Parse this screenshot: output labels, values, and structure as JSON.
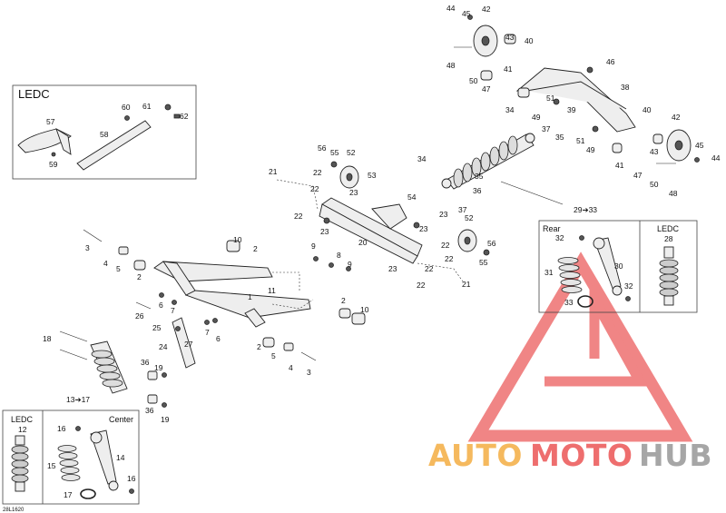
{
  "insets": {
    "ledc_top": {
      "title": "LEDC"
    },
    "rear": {
      "title": "Rear",
      "subtitle": "LEDC"
    },
    "center": {
      "title": "Center",
      "subtitle": "LEDC"
    }
  },
  "callouts": {
    "c_44a": "44",
    "c_45a": "45",
    "c_42a": "42",
    "c_43a": "43",
    "c_40a": "40",
    "c_48a": "48",
    "c_50a": "50",
    "c_47a": "47",
    "c_41a": "41",
    "c_46": "46",
    "c_38": "38",
    "c_51a": "51",
    "c_49a": "49",
    "c_39": "39",
    "c_40b": "40",
    "c_42b": "42",
    "c_34": "34",
    "c_35": "35",
    "c_37a": "37",
    "c_51b": "51",
    "c_49b": "49",
    "c_43b": "43",
    "c_45b": "45",
    "c_44b": "44",
    "c_41b": "41",
    "c_47b": "47",
    "c_50b": "50",
    "c_48b": "48",
    "c_60": "60",
    "c_61": "61",
    "c_62": "62",
    "c_57": "57",
    "c_58": "58",
    "c_59": "59",
    "c_56a": "56",
    "c_55a": "55",
    "c_52a": "52",
    "c_53": "53",
    "c_21a": "21",
    "c_22a": "22",
    "c_23a": "23",
    "c_22b": "22",
    "c_22c": "22",
    "c_23b": "23",
    "c_54": "54",
    "c_34b": "34",
    "c_35b": "35",
    "c_36a": "36",
    "c_37b": "37",
    "c_23c": "23",
    "c_23d": "23",
    "c_52b": "52",
    "c_20": "20",
    "c_22d": "22",
    "c_56b": "56",
    "c_55b": "55",
    "c_23e": "23",
    "c_22e": "22",
    "c_22f": "22",
    "c_22g": "22",
    "c_21b": "21",
    "c_29_33": "29➔33",
    "c_32a": "32",
    "c_31": "31",
    "c_30": "30",
    "c_32b": "32",
    "c_33": "33",
    "c_28": "28",
    "c_10a": "10",
    "c_2a": "2",
    "c_3a": "3",
    "c_4a": "4",
    "c_5a": "5",
    "c_2b": "2",
    "c_9a": "9",
    "c_8": "8",
    "c_9b": "9",
    "c_11": "11",
    "c_1": "1",
    "c_2c": "2",
    "c_10b": "10",
    "c_6a": "6",
    "c_7a": "7",
    "c_26": "26",
    "c_25": "25",
    "c_7b": "7",
    "c_6b": "6",
    "c_2d": "2",
    "c_5b": "5",
    "c_4b": "4",
    "c_3b": "3",
    "c_24": "24",
    "c_27": "27",
    "c_18": "18",
    "c_36b": "36",
    "c_19a": "19",
    "c_36c": "36",
    "c_19b": "19",
    "c_13_17": "13➔17",
    "c_12": "12",
    "c_16a": "16",
    "c_15": "15",
    "c_14": "14",
    "c_16b": "16",
    "c_17": "17"
  },
  "reference": "28L1620",
  "watermark": {
    "brand_part1": "AUTO",
    "brand_part2": "MOTO",
    "brand_part3": "HUB",
    "color_orange": "#f5b95e",
    "color_red": "#ee6e6e",
    "color_grey": "#a6a6a6"
  }
}
